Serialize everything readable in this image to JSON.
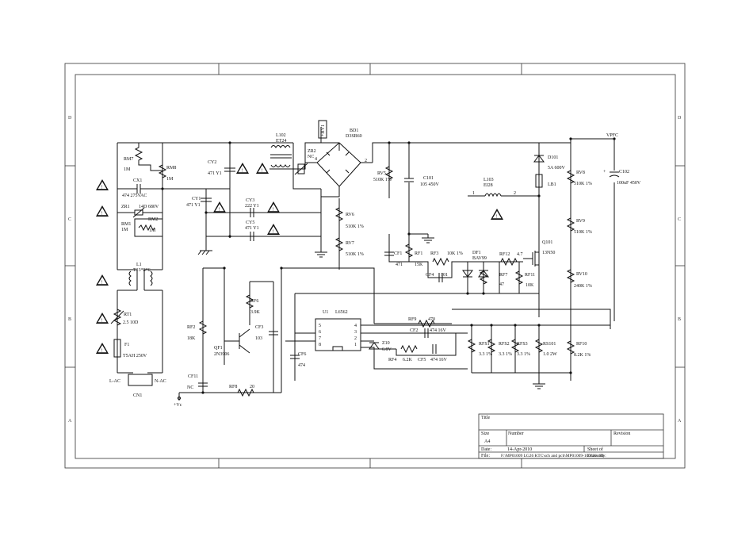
{
  "frame": {
    "zones_left": [
      "D",
      "C",
      "B",
      "A"
    ],
    "zones_right": [
      "D",
      "C",
      "B",
      "A"
    ]
  },
  "components": {
    "cn1": {
      "ref": "CN1",
      "left": "L-AC",
      "right": "N-AC"
    },
    "f1": {
      "ref": "F1",
      "value": "T5AH 250V"
    },
    "rt1": {
      "ref": "RT1",
      "value": "2.5  10D"
    },
    "l1": {
      "ref": "L1",
      "value": "T13*8*6"
    },
    "rm1": {
      "ref": "RM1",
      "value": "1M"
    },
    "rm2": {
      "ref": "RM2",
      "value": "1M"
    },
    "zr1": {
      "ref": "ZR1",
      "value": "14D 680V"
    },
    "cx1": {
      "ref": "CX1",
      "value": "474 275VAC"
    },
    "rm7": {
      "ref": "RM7",
      "value": "1M"
    },
    "rm8": {
      "ref": "RM8",
      "value": "1M"
    },
    "cy1": {
      "ref": "CY1",
      "value": "471 Y1"
    },
    "cy2": {
      "ref": "CY2",
      "value": "471 Y1"
    },
    "cy3": {
      "ref": "CY3",
      "value": "222 Y1"
    },
    "cy5": {
      "ref": "CY5",
      "value": "471 Y1"
    },
    "l102": {
      "ref": "L102",
      "value": "ET24"
    },
    "zr2": {
      "ref": "ZR2",
      "value": "NC"
    },
    "hv": {
      "label": "+HV1"
    },
    "bd1": {
      "ref": "BD1",
      "value": "D3SB60"
    },
    "rv5": {
      "ref": "RV5",
      "value": "510K  1%"
    },
    "rv6": {
      "ref": "RV6",
      "value": "510K  1%"
    },
    "rv7": {
      "ref": "RV7",
      "value": "510K  1%"
    },
    "c101": {
      "ref": "C101",
      "value": "105 450V"
    },
    "l103": {
      "ref": "L103",
      "value": "EI28"
    },
    "d101": {
      "ref": "D101",
      "value": "5A 600V"
    },
    "lb1": {
      "ref": "LB1"
    },
    "vpfc": {
      "label": "VPFC"
    },
    "c102": {
      "ref": "C102",
      "value": "100uF 450V"
    },
    "rv8": {
      "ref": "RV8",
      "value": "510K 1%"
    },
    "rv9": {
      "ref": "RV9",
      "value": "510K 1%"
    },
    "rv10": {
      "ref": "RV10",
      "value": "240K 1%"
    },
    "rf10": {
      "ref": "RF10",
      "value": "8.2K 1%"
    },
    "q101": {
      "ref": "Q101",
      "value": "13N50"
    },
    "rf12": {
      "ref": "RF12",
      "value": "4.7"
    },
    "rf11": {
      "ref": "RF11",
      "value": "10K"
    },
    "rf7": {
      "ref": "RF7",
      "value": "47"
    },
    "df1": {
      "ref": "DF1",
      "value": "BAV99"
    },
    "rf3": {
      "ref": "RF3",
      "value": "10K  1%"
    },
    "rf1": {
      "ref": "RF1",
      "value": "15K"
    },
    "cf1": {
      "ref": "CF1",
      "value": "471"
    },
    "cf4": {
      "ref": "CF4",
      "value": "101"
    },
    "u1": {
      "ref": "U1",
      "value": "L6562",
      "pins_left": [
        "5",
        "6",
        "7",
        "8"
      ],
      "pins_right": [
        "4",
        "3",
        "2",
        "1"
      ]
    },
    "rf9": {
      "ref": "RF9",
      "value": "470"
    },
    "cf2": {
      "ref": "CF2",
      "value": "474 16V"
    },
    "z10": {
      "ref": "Z10",
      "value": "6.8V"
    },
    "rf4": {
      "ref": "RF4",
      "value": "6.2K"
    },
    "cf5": {
      "ref": "CF5",
      "value": "474 16V"
    },
    "rfs1": {
      "ref": "RFS1",
      "value": "3.3 1%"
    },
    "rfs2": {
      "ref": "RFS2",
      "value": "3.3 1%"
    },
    "rfs3": {
      "ref": "RFS3",
      "value": "3.3 1%"
    },
    "rs101": {
      "ref": "RS101",
      "value": "1.0 2W"
    },
    "rf6": {
      "ref": "RF6",
      "value": "3.9K"
    },
    "qf1": {
      "ref": "QF1",
      "value": "2N3906"
    },
    "cf3": {
      "ref": "CF3",
      "value": "103"
    },
    "cf6": {
      "ref": "CF6",
      "value": "474"
    },
    "rf2": {
      "ref": "RF2",
      "value": "18K"
    },
    "cf11": {
      "ref": "CF11",
      "value": "NC"
    },
    "rf8": {
      "ref": "RF8",
      "value": "20"
    },
    "vc": {
      "label": "+Vc"
    }
  },
  "pins": {
    "l103_1": "1",
    "l103_2": "2",
    "bd_2": "2",
    "bd_4": "4"
  },
  "warning_symbol": "!",
  "title_block": {
    "title_label": "Title",
    "size_label": "Size",
    "size_value": "A4",
    "number_label": "Number",
    "revision_label": "Revision",
    "date_label": "Date:",
    "date_value": "14-Apr-2010",
    "sheet_label": "Sheet     of",
    "file_label": "File:",
    "file_value": "F:\\MP01009 LG26 KTC\\sch and pcb\\MP01009-100326.ddb",
    "drawn_label": "Drawn By:"
  },
  "colors": {
    "line": "#111111",
    "paper": "#ffffff"
  }
}
